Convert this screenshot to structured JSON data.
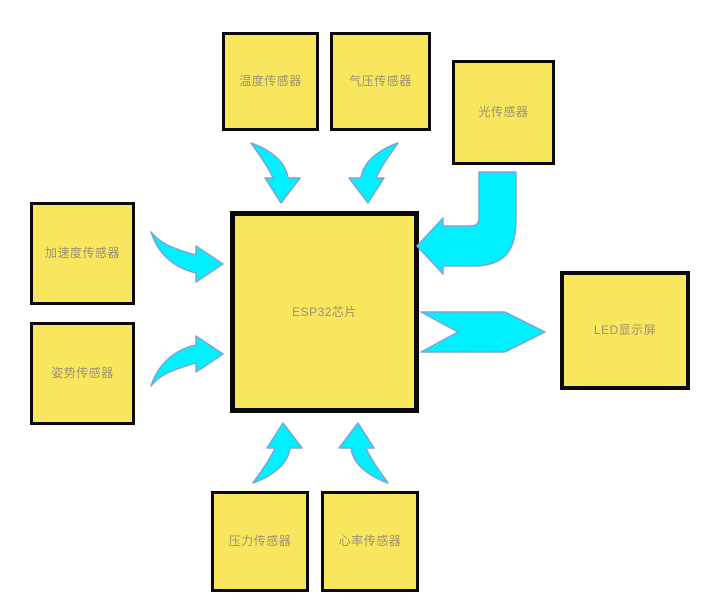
{
  "diagram": {
    "colors": {
      "background": "#FFFFFF",
      "node_fill": "#F9E65F",
      "node_border": "#0A0A0A",
      "node_text": "#9B9173",
      "arrow_fill": "#00F0FF",
      "arrow_stroke": "#7FA3D6"
    },
    "nodes": {
      "temperature_sensor": {
        "label": "温度传感器"
      },
      "barometric_sensor": {
        "label": "气压传感器"
      },
      "light_sensor": {
        "label": "光传感器"
      },
      "accelerometer_sensor": {
        "label": "加速度传感器"
      },
      "posture_sensor": {
        "label": "姿势传感器"
      },
      "esp32_chip": {
        "label": "ESP32芯片"
      },
      "led_display": {
        "label": "LED显示屏"
      },
      "pressure_sensor": {
        "label": "压力传感器"
      },
      "heart_rate_sensor": {
        "label": "心率传感器"
      }
    },
    "edges": [
      {
        "from": "温度传感器",
        "to": "ESP32芯片"
      },
      {
        "from": "气压传感器",
        "to": "ESP32芯片"
      },
      {
        "from": "光传感器",
        "to": "ESP32芯片"
      },
      {
        "from": "加速度传感器",
        "to": "ESP32芯片"
      },
      {
        "from": "姿势传感器",
        "to": "ESP32芯片"
      },
      {
        "from": "压力传感器",
        "to": "ESP32芯片"
      },
      {
        "from": "心率传感器",
        "to": "ESP32芯片"
      },
      {
        "from": "ESP32芯片",
        "to": "LED显示屏"
      }
    ]
  }
}
